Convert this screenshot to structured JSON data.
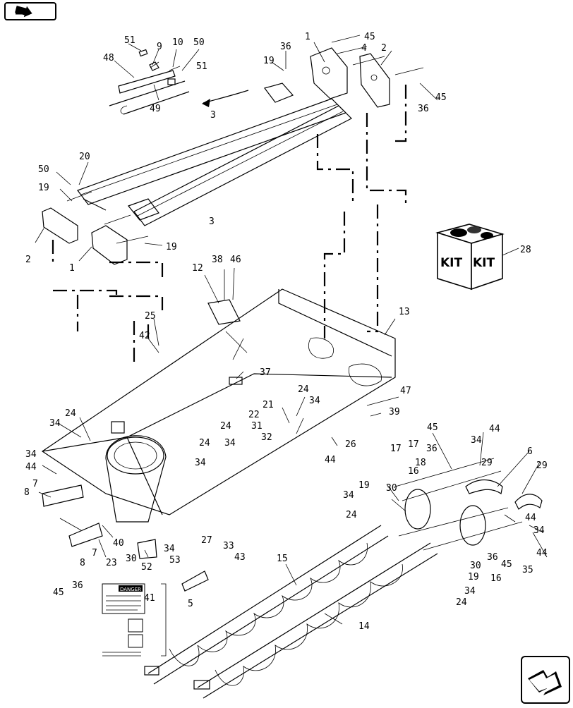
{
  "nav": {
    "top_icon": "page-back-arrow-icon",
    "bottom_icon": "page-forward-arrow-icon"
  },
  "callouts": [
    {
      "id": "c51a",
      "t": "51"
    },
    {
      "id": "c48",
      "t": "48"
    },
    {
      "id": "c9",
      "t": "9"
    },
    {
      "id": "c10",
      "t": "10"
    },
    {
      "id": "c50a",
      "t": "50"
    },
    {
      "id": "c51b",
      "t": "51"
    },
    {
      "id": "c49",
      "t": "49"
    },
    {
      "id": "c36a",
      "t": "36"
    },
    {
      "id": "c19a",
      "t": "19"
    },
    {
      "id": "c1a",
      "t": "1"
    },
    {
      "id": "c45a",
      "t": "45"
    },
    {
      "id": "c4",
      "t": "4"
    },
    {
      "id": "c2a",
      "t": "2"
    },
    {
      "id": "c45b",
      "t": "45"
    },
    {
      "id": "c36b",
      "t": "36"
    },
    {
      "id": "c3a",
      "t": "3"
    },
    {
      "id": "c20",
      "t": "20"
    },
    {
      "id": "c50b",
      "t": "50"
    },
    {
      "id": "c19b",
      "t": "19"
    },
    {
      "id": "c2b",
      "t": "2"
    },
    {
      "id": "c1b",
      "t": "1"
    },
    {
      "id": "c19c",
      "t": "19"
    },
    {
      "id": "c3b",
      "t": "3"
    },
    {
      "id": "c28",
      "t": "28"
    },
    {
      "id": "c12",
      "t": "12"
    },
    {
      "id": "c38",
      "t": "38"
    },
    {
      "id": "c46",
      "t": "46"
    },
    {
      "id": "c25",
      "t": "25"
    },
    {
      "id": "c42",
      "t": "42"
    },
    {
      "id": "c13",
      "t": "13"
    },
    {
      "id": "c37",
      "t": "37"
    },
    {
      "id": "c24a",
      "t": "24"
    },
    {
      "id": "c24b",
      "t": "24"
    },
    {
      "id": "c34a",
      "t": "34"
    },
    {
      "id": "c21",
      "t": "21"
    },
    {
      "id": "c22",
      "t": "22"
    },
    {
      "id": "c47",
      "t": "47"
    },
    {
      "id": "c39",
      "t": "39"
    },
    {
      "id": "c24c",
      "t": "24"
    },
    {
      "id": "c31",
      "t": "31"
    },
    {
      "id": "c32",
      "t": "32"
    },
    {
      "id": "c26",
      "t": "26"
    },
    {
      "id": "c24d",
      "t": "24"
    },
    {
      "id": "c34b",
      "t": "34"
    },
    {
      "id": "c34c",
      "t": "34"
    },
    {
      "id": "c44a",
      "t": "44"
    },
    {
      "id": "c34d",
      "t": "34"
    },
    {
      "id": "c34e",
      "t": "34"
    },
    {
      "id": "c44b",
      "t": "44"
    },
    {
      "id": "c8a",
      "t": "8"
    },
    {
      "id": "c7a",
      "t": "7"
    },
    {
      "id": "c45c",
      "t": "45"
    },
    {
      "id": "c17a",
      "t": "17"
    },
    {
      "id": "c17b",
      "t": "17"
    },
    {
      "id": "c36c",
      "t": "36"
    },
    {
      "id": "c34f",
      "t": "34"
    },
    {
      "id": "c44c",
      "t": "44"
    },
    {
      "id": "c6",
      "t": "6"
    },
    {
      "id": "c16a",
      "t": "16"
    },
    {
      "id": "c18",
      "t": "18"
    },
    {
      "id": "c29a",
      "t": "29"
    },
    {
      "id": "c29b",
      "t": "29"
    },
    {
      "id": "c34g",
      "t": "34"
    },
    {
      "id": "c19d",
      "t": "19"
    },
    {
      "id": "c30a",
      "t": "30"
    },
    {
      "id": "c24e",
      "t": "24"
    },
    {
      "id": "c44d",
      "t": "44"
    },
    {
      "id": "c34h",
      "t": "34"
    },
    {
      "id": "c40",
      "t": "40"
    },
    {
      "id": "c7b",
      "t": "7"
    },
    {
      "id": "c23",
      "t": "23"
    },
    {
      "id": "c8b",
      "t": "8"
    },
    {
      "id": "c30b",
      "t": "30"
    },
    {
      "id": "c52",
      "t": "52"
    },
    {
      "id": "c34i",
      "t": "34"
    },
    {
      "id": "c53",
      "t": "53"
    },
    {
      "id": "c27",
      "t": "27"
    },
    {
      "id": "c33",
      "t": "33"
    },
    {
      "id": "c43",
      "t": "43"
    },
    {
      "id": "c36d",
      "t": "36"
    },
    {
      "id": "c45d",
      "t": "45"
    },
    {
      "id": "c44e",
      "t": "44"
    },
    {
      "id": "c35",
      "t": "35"
    },
    {
      "id": "c16b",
      "t": "16"
    },
    {
      "id": "c30c",
      "t": "30"
    },
    {
      "id": "c19e",
      "t": "19"
    },
    {
      "id": "c34j",
      "t": "34"
    },
    {
      "id": "c24f",
      "t": "24"
    },
    {
      "id": "c15",
      "t": "15"
    },
    {
      "id": "c41",
      "t": "41"
    },
    {
      "id": "c5",
      "t": "5"
    },
    {
      "id": "c45e",
      "t": "45"
    },
    {
      "id": "c36e",
      "t": "36"
    },
    {
      "id": "c14",
      "t": "14"
    }
  ],
  "kit": {
    "label_left": "KIT",
    "label_right": "KIT"
  },
  "decal": {
    "title": "DANGER"
  }
}
